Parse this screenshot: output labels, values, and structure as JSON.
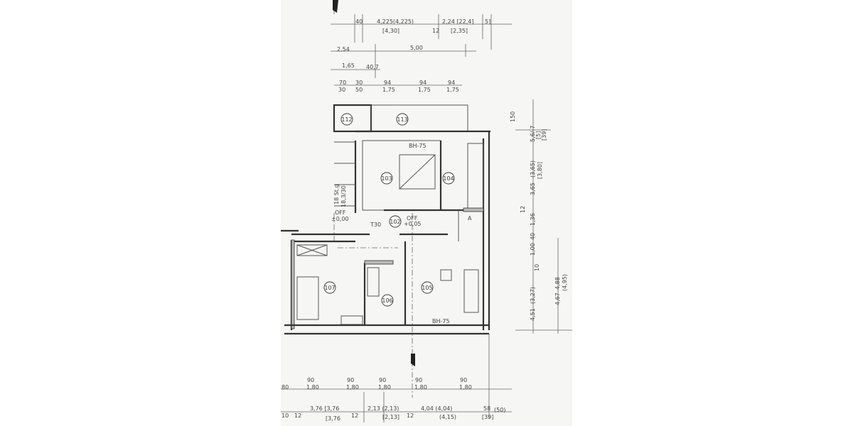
{
  "plan": {
    "rooms": [
      {
        "id": "112"
      },
      {
        "id": "113"
      },
      {
        "id": "103"
      },
      {
        "id": "104"
      },
      {
        "id": "102"
      },
      {
        "id": "107"
      },
      {
        "id": "106"
      },
      {
        "id": "105"
      }
    ],
    "annotations": {
      "radiator_top": "BH-75",
      "radiator_bottom": "BH-75",
      "level_stair_label": "OFF",
      "level_stair_value": "±0,00",
      "level_hall_label": "OFF",
      "level_hall_value": "+0,05",
      "door_t30": "T30",
      "stair_note": "18 St.g",
      "stair_note2": "18,3/30",
      "niche": "A"
    },
    "dims_top": {
      "r1_a": "40",
      "r1_b": "4,225(4,225)",
      "r1_b2": "[4,30]",
      "r1_c": "12",
      "r1_d": "2,24 [22,4]",
      "r1_d2": "[2,35]",
      "r1_e": "5]",
      "r2_a": "2,54",
      "r2_b": "5,00",
      "r3_a": "1,65",
      "r3_b": "40,7",
      "r4_a": "70",
      "r4_a2": "30",
      "r4_b": "30",
      "r4_b2": "50",
      "r4_c": "94",
      "r4_c2": "1,75",
      "r4_d": "94",
      "r4_d2": "1,75",
      "r4_e": "94",
      "r4_e2": "1,75"
    },
    "dims_right": {
      "a": "150",
      "b": "5,6/-7",
      "b2": "[5]",
      "b3": "[39]",
      "c": "3,65",
      "c2": "(3,65)",
      "c3": "[3,80]",
      "d": "12",
      "e": "1,36",
      "f": "40",
      "g": "1,00",
      "h": "10",
      "i": "4,51",
      "i2": "(3,27)",
      "j": "4,67",
      "j2": "4,88",
      "j3": "(4,95)"
    },
    "dims_bottom": {
      "o1": "90",
      "o1b": "1,80",
      "o2": "90",
      "o2b": "1,80",
      "o3": "90",
      "o3b": "1,80",
      "o4": "90",
      "o4b": "1,80",
      "o5": "90",
      "o5b": "1,80",
      "o0": "80",
      "s1": "10",
      "s2": "12",
      "s3": "3,76 [3,76",
      "s3b": "[3,76",
      "s4": "12",
      "s5": "2,13 (2,13)",
      "s5b": "[2,13]",
      "s6": "12",
      "s7": "4,04 (4,04)",
      "s7b": "(4,15)",
      "s8": "58",
      "s8b": "(50)",
      "s8c": "[39]"
    }
  }
}
